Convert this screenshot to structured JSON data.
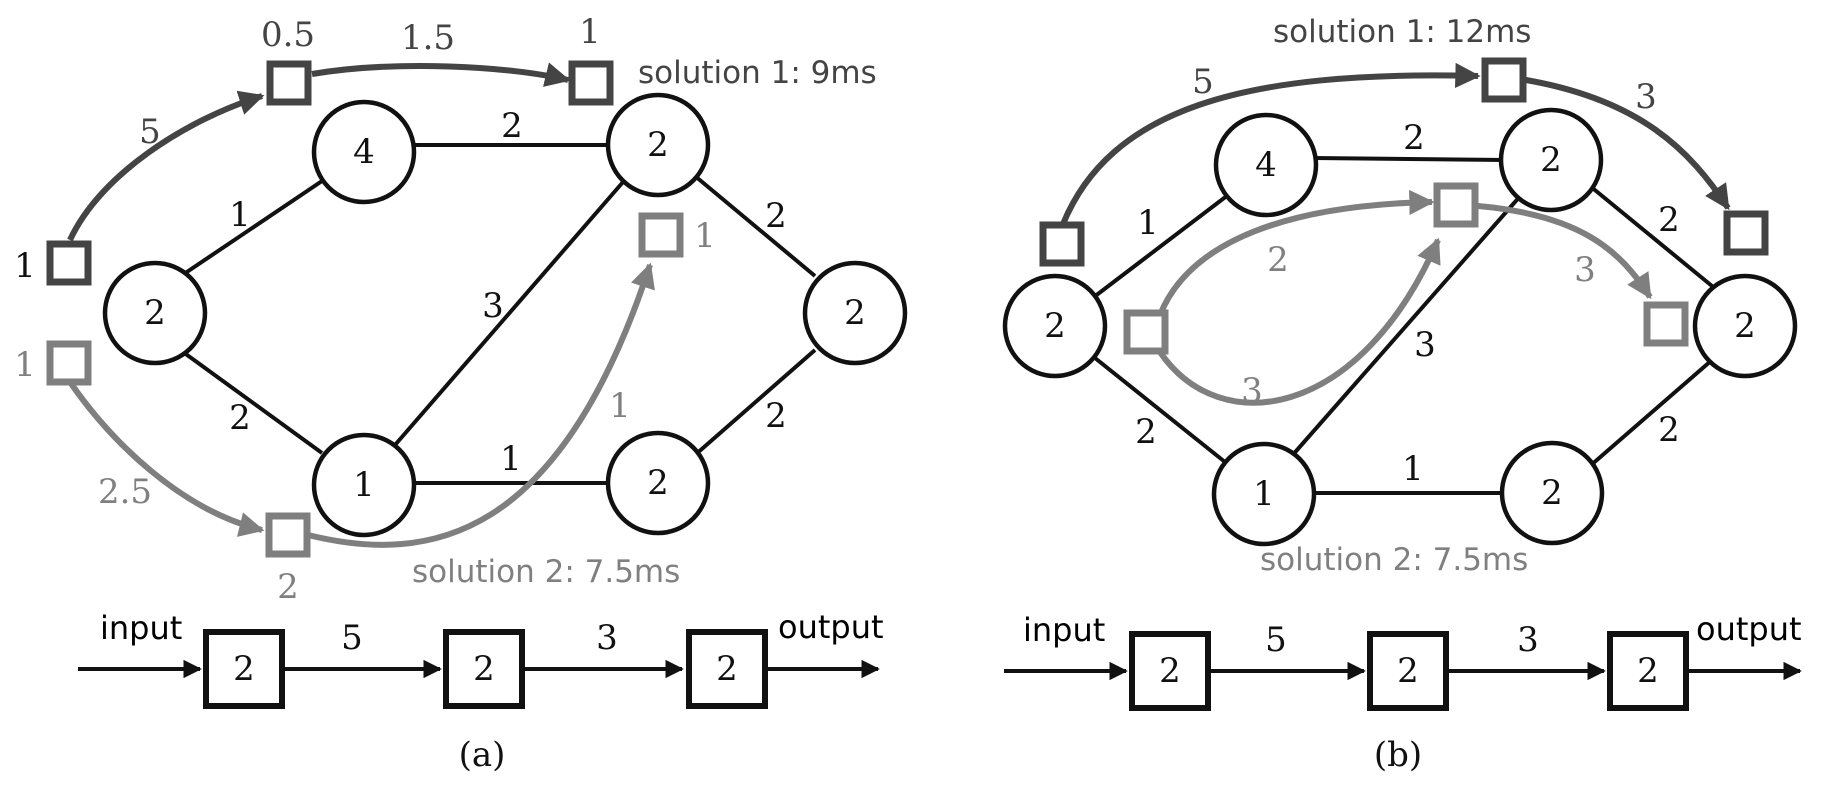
{
  "colors": {
    "line": "#111111",
    "solution1": "#444444",
    "solution2": "#7f7f7f",
    "background": "#ffffff"
  },
  "panel_a": {
    "caption": "(a)",
    "nodes": [
      "2",
      "4",
      "1",
      "2",
      "2",
      "2"
    ],
    "edges": [
      "1",
      "2",
      "2",
      "3",
      "1",
      "2",
      "2"
    ],
    "solution1": {
      "label": "solution 1: 9ms",
      "boxes": [
        "1",
        "0.5",
        "1"
      ],
      "links": [
        "5",
        "1.5"
      ]
    },
    "solution2": {
      "label": "solution 2: 7.5ms",
      "boxes": [
        "1",
        "2",
        "1"
      ],
      "links": [
        "2.5",
        "1"
      ]
    },
    "pipeline": {
      "input": "input",
      "output": "output",
      "stages": [
        "2",
        "2",
        "2"
      ],
      "links": [
        "5",
        "3"
      ]
    }
  },
  "panel_b": {
    "caption": "(b)",
    "nodes": [
      "2",
      "4",
      "1",
      "2",
      "2",
      "2"
    ],
    "edges": [
      "1",
      "2",
      "2",
      "3",
      "1",
      "2",
      "2"
    ],
    "solution1": {
      "label": "solution 1: 12ms",
      "links": [
        "5",
        "3"
      ]
    },
    "solution2": {
      "label": "solution 2: 7.5ms",
      "links": [
        "2",
        "3",
        "3"
      ]
    },
    "pipeline": {
      "input": "input",
      "output": "output",
      "stages": [
        "2",
        "2",
        "2"
      ],
      "links": [
        "5",
        "3"
      ]
    }
  }
}
